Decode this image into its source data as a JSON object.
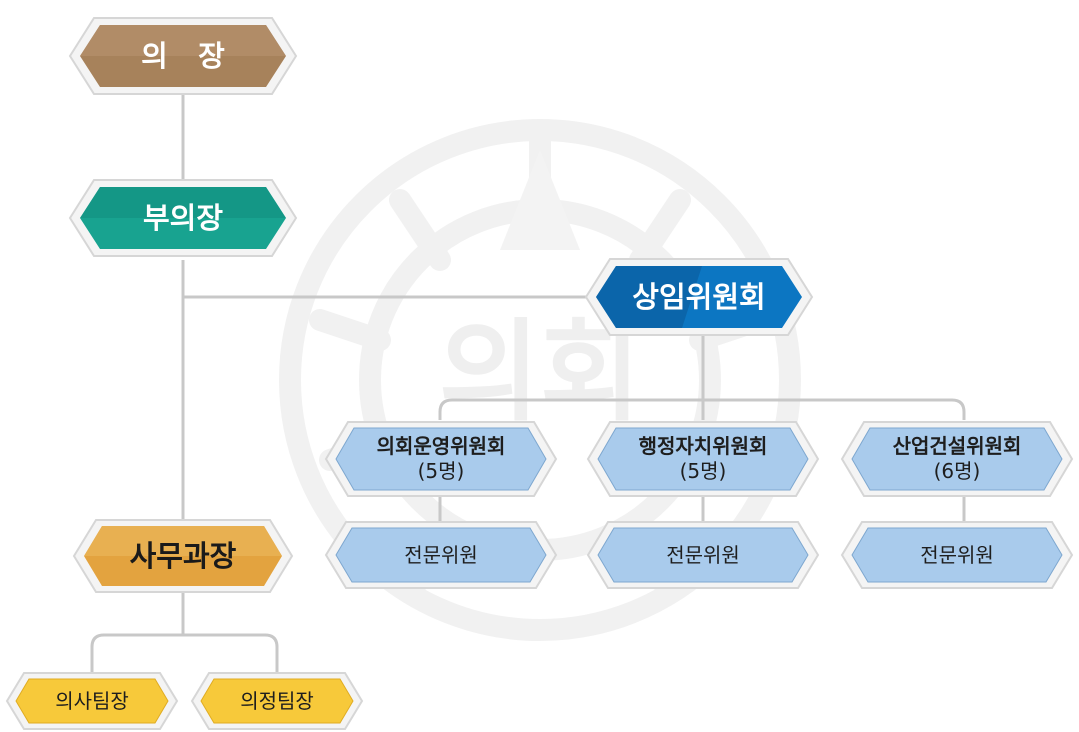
{
  "watermark": {
    "text": "의회"
  },
  "nodes": {
    "chairman": {
      "label": "의   장"
    },
    "vice_chairman": {
      "label": "부의장"
    },
    "standing_committee": {
      "label": "상임위원회"
    },
    "committee_1": {
      "name": "의회운영위원회",
      "count": "(5명)"
    },
    "committee_2": {
      "name": "행정자치위원회",
      "count": "(5명)"
    },
    "committee_3": {
      "name": "산업건설위원회",
      "count": "(6명)"
    },
    "expert_1": {
      "label": "전문위원"
    },
    "expert_2": {
      "label": "전문위원"
    },
    "expert_3": {
      "label": "전문위원"
    },
    "secretariat_chief": {
      "label": "사무과장"
    },
    "team_1": {
      "label": "의사팀장"
    },
    "team_2": {
      "label": "의정팀장"
    }
  },
  "colors": {
    "chairman": "#a7825b",
    "vice_chairman": "#18a390",
    "standing_committee": "#0c76c2",
    "committee": "#a9cbec",
    "secretariat_chief": "#e3a33f",
    "team": "#f7c93a",
    "line": "#c8c8c8"
  }
}
